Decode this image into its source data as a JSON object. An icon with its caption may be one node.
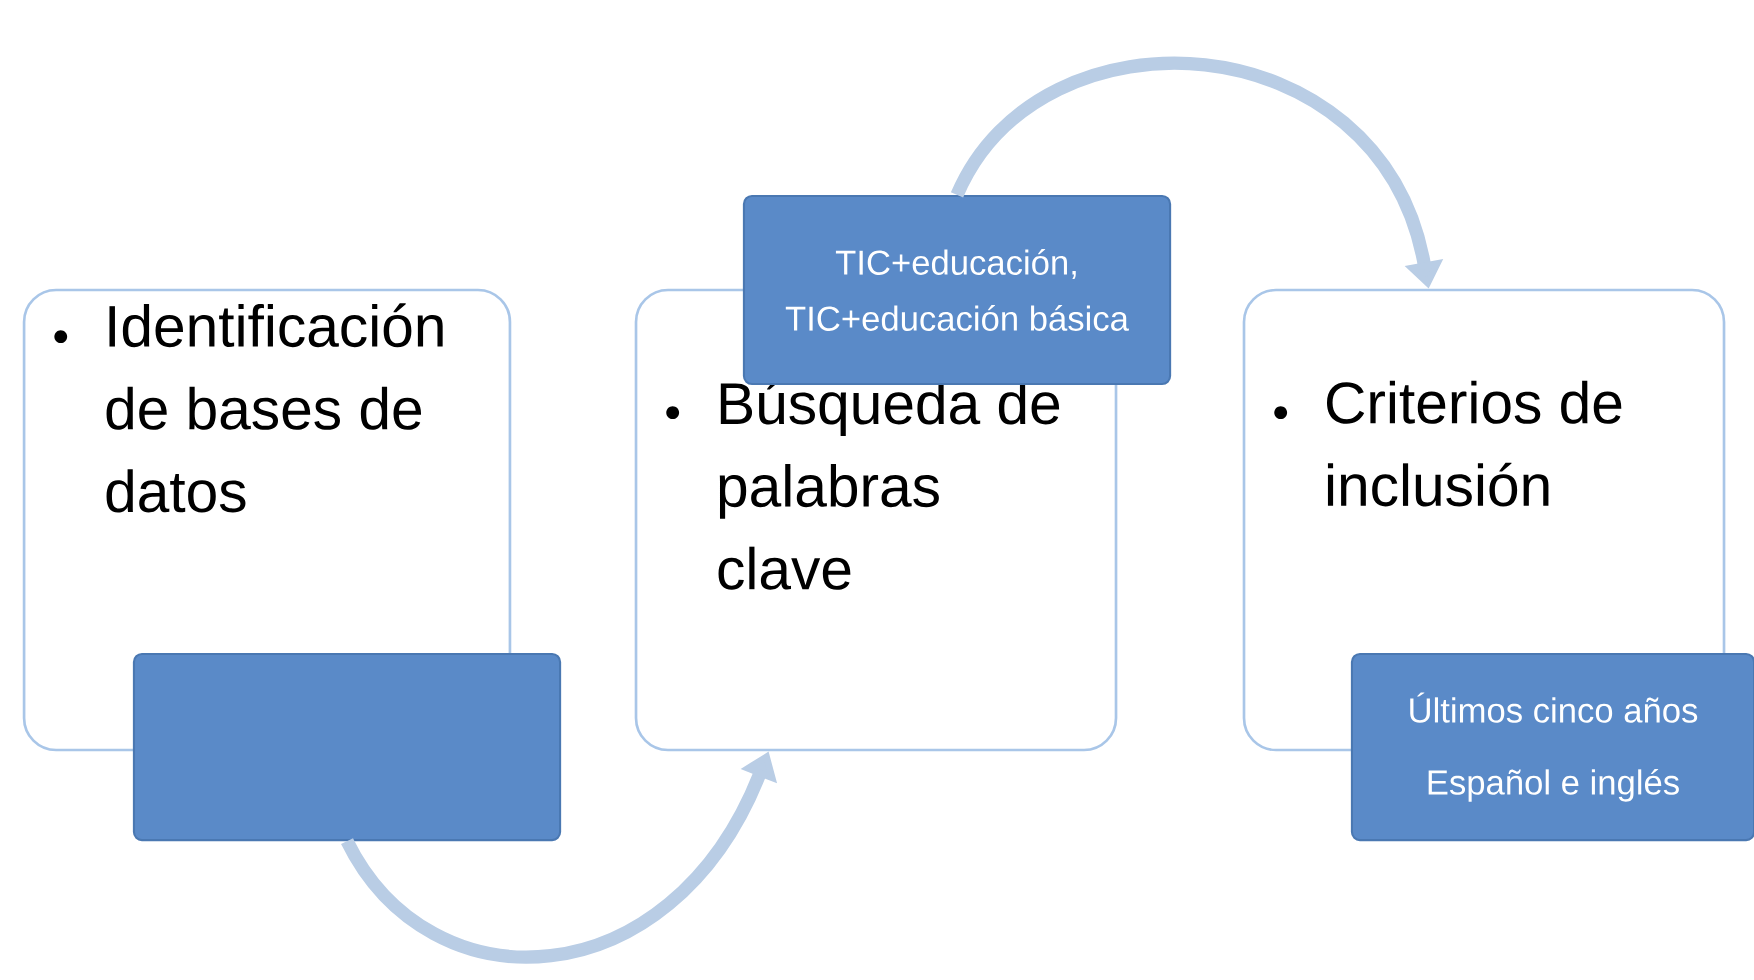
{
  "diagram": {
    "nodes": [
      {
        "text": [
          "Identificación de bases de datos"
        ]
      },
      {
        "text": [],
        "shape": "box"
      },
      {
        "text": [
          "Búsqueda de palabras clave"
        ]
      },
      {
        "text": [
          "TIC+educación, TIC+educación básica"
        ]
      },
      {
        "text": [
          "Criterios de inclusión"
        ]
      },
      {
        "text": [
          "Últimos cinco años",
          "Español e inglés"
        ]
      }
    ],
    "edges": [
      {
        "from": 1,
        "to": 2,
        "arrow": "to"
      },
      {
        "from": 3,
        "to": 4,
        "arrow": "to"
      }
    ]
  }
}
